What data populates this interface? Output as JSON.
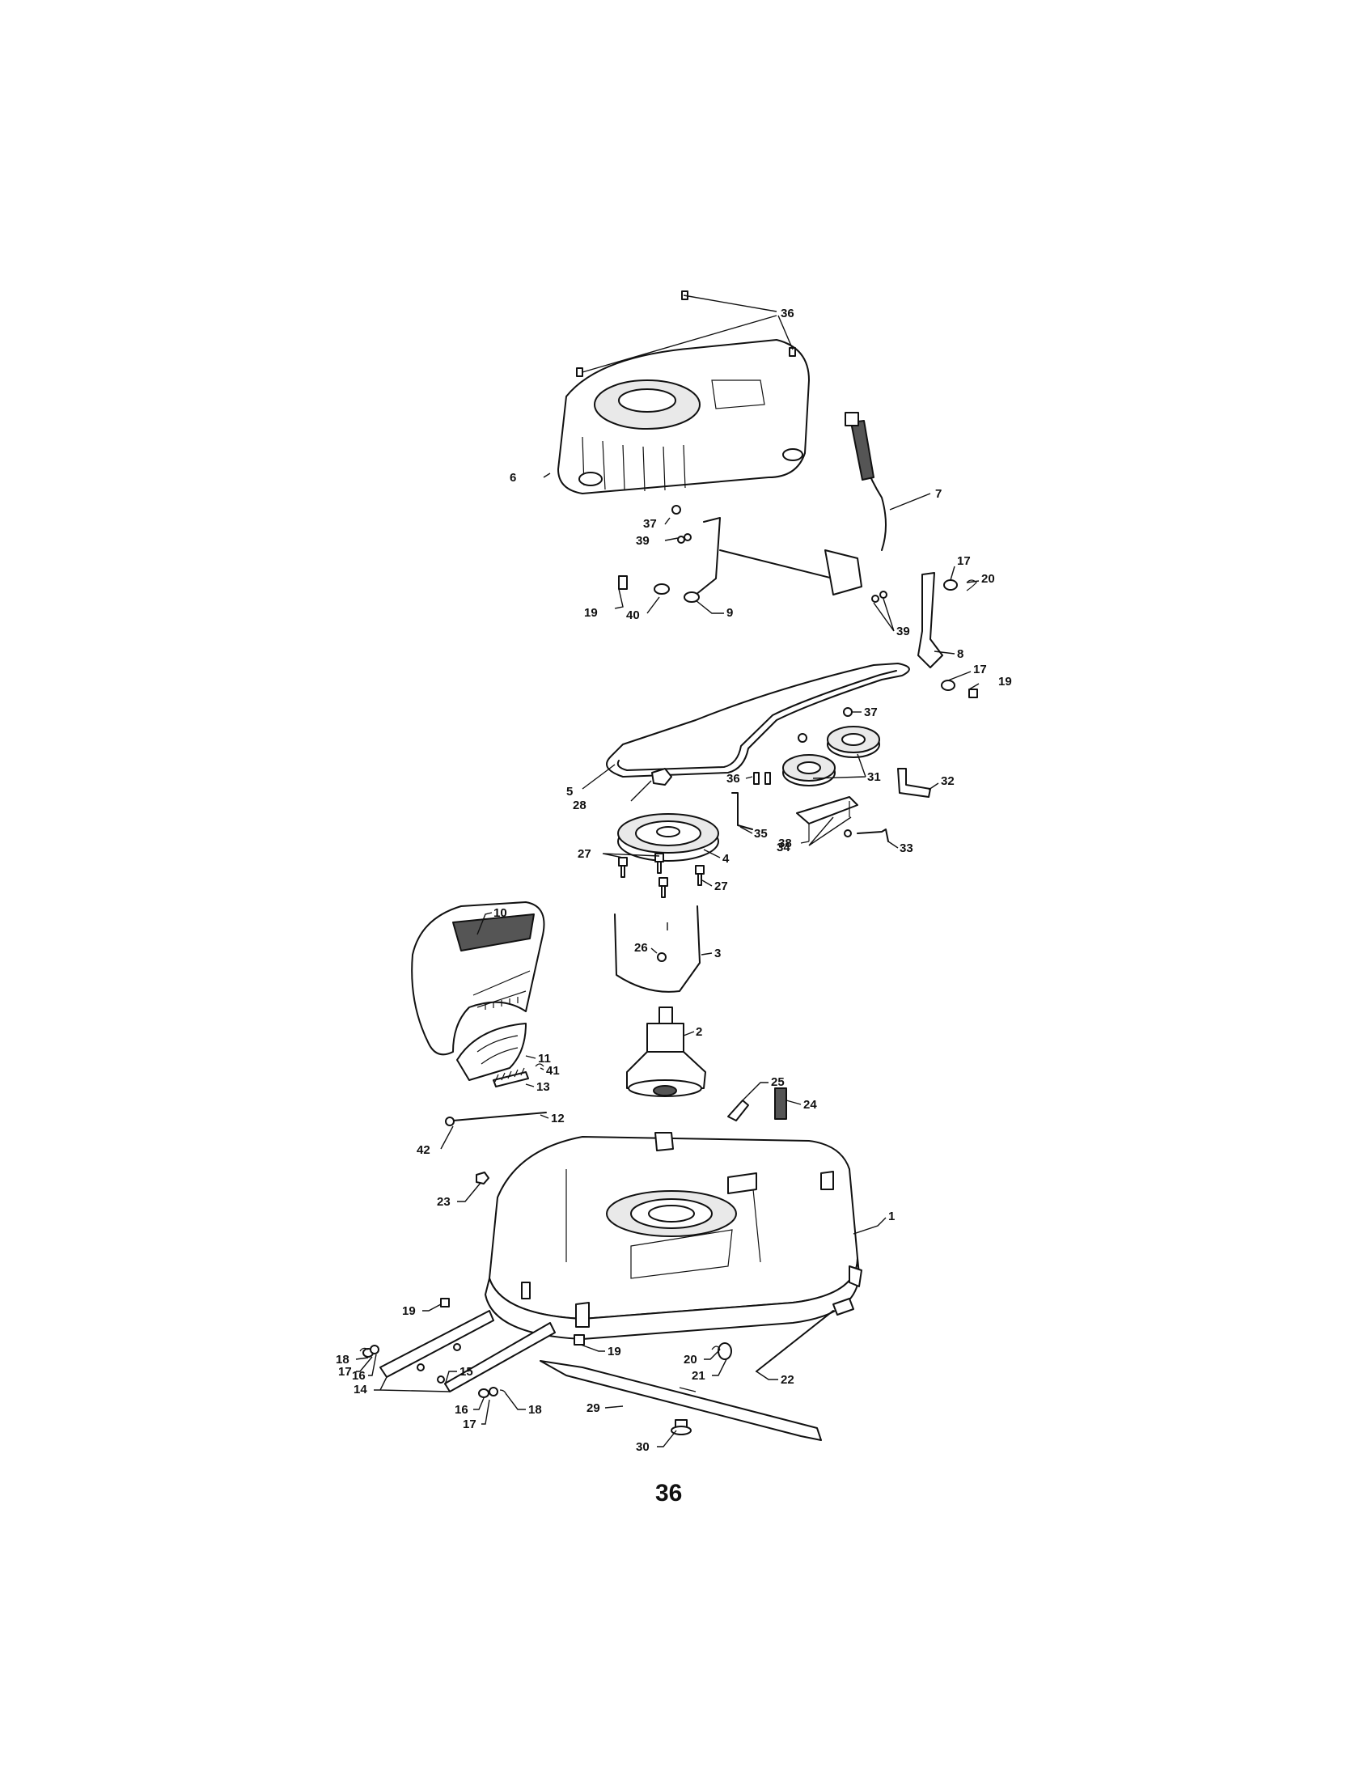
{
  "page_number": "36",
  "callouts": [
    "1",
    "2",
    "3",
    "4",
    "5",
    "6",
    "7",
    "8",
    "9",
    "10",
    "11",
    "12",
    "13",
    "14",
    "15",
    "16",
    "17",
    "18",
    "19",
    "20",
    "21",
    "22",
    "23",
    "24",
    "25",
    "26",
    "27",
    "28",
    "29",
    "30",
    "31",
    "32",
    "33",
    "34",
    "35",
    "36",
    "37",
    "38",
    "39",
    "40",
    "41",
    "42"
  ],
  "parts": {
    "belt_cover": {
      "icon": "deck-belt-cover",
      "callout": "6"
    },
    "lift_handle": {
      "icon": "height-adjust-lever",
      "callout": "7"
    },
    "belt": {
      "icon": "drive-belt",
      "callout": "5"
    },
    "spindle_pulley": {
      "icon": "pulley",
      "callout": "4"
    },
    "idler_pulleys": {
      "icon": "idler-pulley",
      "callout": "31"
    },
    "discharge_chute": {
      "icon": "discharge-chute",
      "callout": "10"
    },
    "spindle": {
      "icon": "blade-spindle",
      "callout": "2"
    },
    "deck": {
      "icon": "mower-deck",
      "callout": "1"
    },
    "blade": {
      "icon": "mower-blade",
      "callout": "29"
    }
  }
}
